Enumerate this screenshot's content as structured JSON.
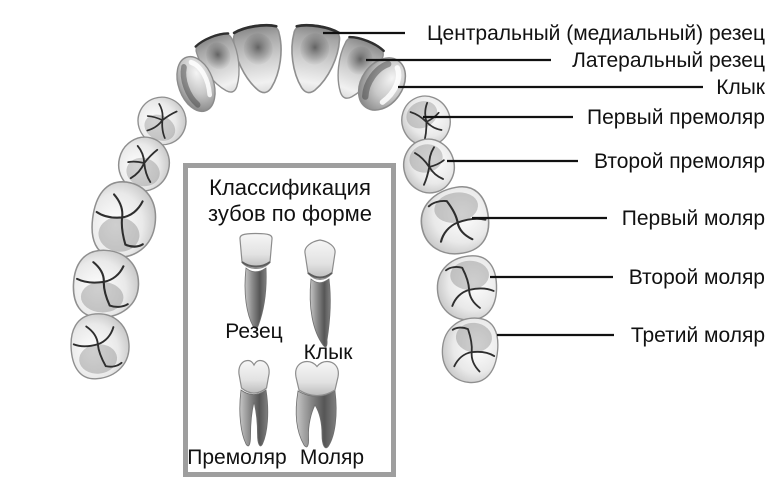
{
  "diagram": {
    "type": "upper-dental-arch-occlusal-view",
    "background_color": "#ffffff",
    "text_color": "#111111",
    "leader_line_color": "#111111"
  },
  "callouts": [
    {
      "label": "Центральный (медиальный) резец",
      "target": "central-incisor"
    },
    {
      "label": "Латеральный резец",
      "target": "lateral-incisor"
    },
    {
      "label": "Клык",
      "target": "canine"
    },
    {
      "label": "Первый премоляр",
      "target": "first-premolar"
    },
    {
      "label": "Второй премоляр",
      "target": "second-premolar"
    },
    {
      "label": "Первый моляр",
      "target": "first-molar"
    },
    {
      "label": "Второй моляр",
      "target": "second-molar"
    },
    {
      "label": "Третий моляр",
      "target": "third-molar"
    }
  ],
  "classification_box": {
    "title_lines": [
      "Классификация",
      "зубов по форме"
    ],
    "border_color": "#9e9e9e",
    "labels": {
      "incisor": "Резец",
      "canine": "Клык",
      "premolar": "Премоляр",
      "molar": "Моляр"
    }
  }
}
